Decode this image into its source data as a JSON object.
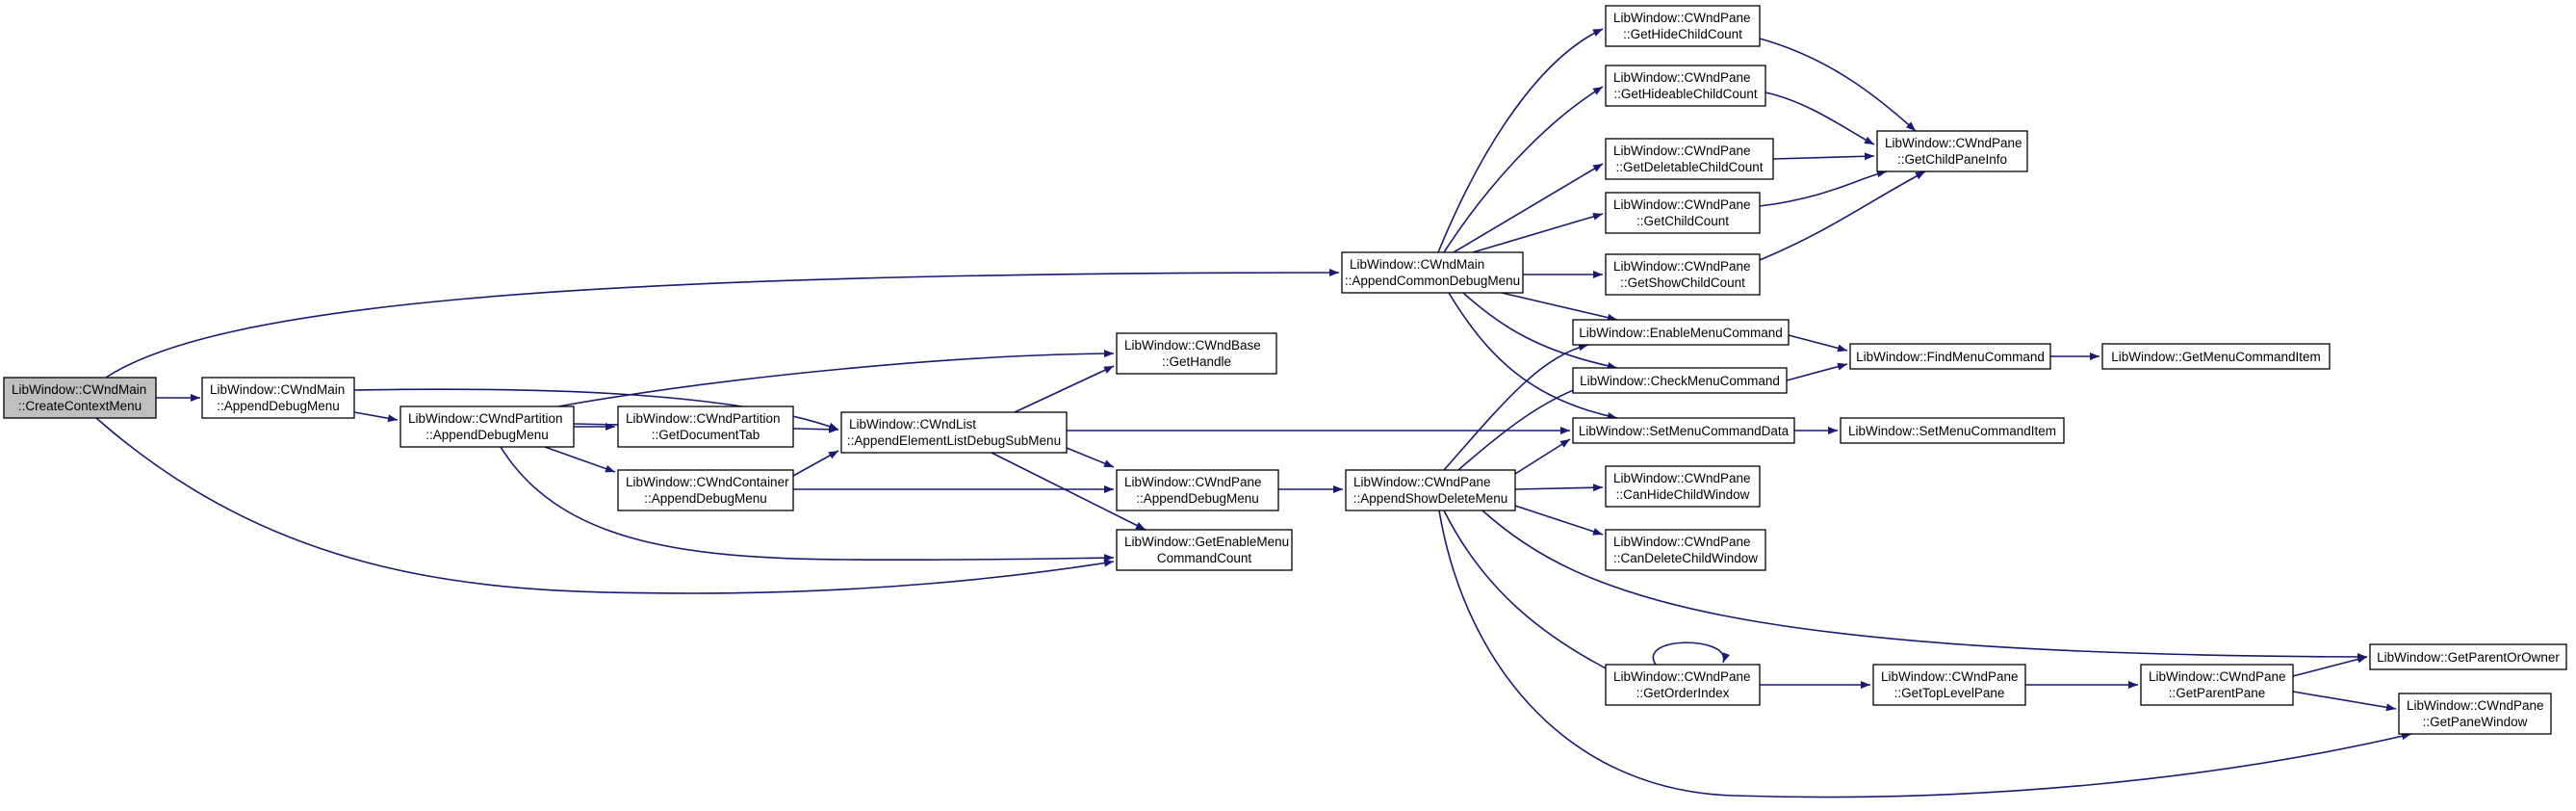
{
  "diagram": {
    "edge_color": "#191970",
    "root_fill": "#bfbfbf",
    "nodes": [
      {
        "id": "n0",
        "line1": "LibWindow::CWndMain",
        "line2": "::CreateContextMenu",
        "root": true
      },
      {
        "id": "n1",
        "line1": "LibWindow::CWndMain",
        "line2": "::AppendDebugMenu"
      },
      {
        "id": "n2",
        "line1": "LibWindow::CWndMain",
        "line2": "::AppendCommonDebugMenu"
      },
      {
        "id": "n3",
        "line1": "LibWindow::GetEnableMenu",
        "line2": "CommandCount"
      },
      {
        "id": "n4",
        "line1": "LibWindow::CWndPartition",
        "line2": "::AppendDebugMenu"
      },
      {
        "id": "n5",
        "line1": "LibWindow::CWndBase",
        "line2": "::GetHandle"
      },
      {
        "id": "n6",
        "line1": "LibWindow::CWndList",
        "line2": "::AppendElementListDebugSubMenu"
      },
      {
        "id": "n7",
        "line1": "LibWindow::CWndContainer",
        "line2": "::AppendDebugMenu"
      },
      {
        "id": "n8",
        "line1": "LibWindow::CWndPartition",
        "line2": "::GetDocumentTab"
      },
      {
        "id": "n9",
        "line1": "LibWindow::CWndPane",
        "line2": "::AppendDebugMenu"
      },
      {
        "id": "n10",
        "line1": "LibWindow::SetMenuCommandData",
        "line2": ""
      },
      {
        "id": "n11",
        "line1": "LibWindow::CWndPane",
        "line2": "::AppendShowDeleteMenu"
      },
      {
        "id": "n12",
        "line1": "LibWindow::CheckMenuCommand",
        "line2": ""
      },
      {
        "id": "n13",
        "line1": "LibWindow::EnableMenuCommand",
        "line2": ""
      },
      {
        "id": "n14",
        "line1": "LibWindow::CWndPane",
        "line2": "::GetChildCount"
      },
      {
        "id": "n15",
        "line1": "LibWindow::CWndPane",
        "line2": "::GetDeletableChildCount"
      },
      {
        "id": "n16",
        "line1": "LibWindow::CWndPane",
        "line2": "::GetHideableChildCount"
      },
      {
        "id": "n17",
        "line1": "LibWindow::CWndPane",
        "line2": "::GetHideChildCount"
      },
      {
        "id": "n18",
        "line1": "LibWindow::CWndPane",
        "line2": "::GetShowChildCount"
      },
      {
        "id": "n19",
        "line1": "LibWindow::CWndPane",
        "line2": "::GetChildPaneInfo"
      },
      {
        "id": "n20",
        "line1": "LibWindow::FindMenuCommand",
        "line2": ""
      },
      {
        "id": "n21",
        "line1": "LibWindow::GetMenuCommandItem",
        "line2": ""
      },
      {
        "id": "n22",
        "line1": "LibWindow::CWndPane",
        "line2": "::CanDeleteChildWindow"
      },
      {
        "id": "n23",
        "line1": "LibWindow::CWndPane",
        "line2": "::CanHideChildWindow"
      },
      {
        "id": "n24",
        "line1": "LibWindow::CWndPane",
        "line2": "::GetOrderIndex"
      },
      {
        "id": "n25",
        "line1": "LibWindow::CWndPane",
        "line2": "::GetPaneWindow"
      },
      {
        "id": "n26",
        "line1": "LibWindow::GetParentOrOwner",
        "line2": ""
      },
      {
        "id": "n27",
        "line1": "LibWindow::CWndPane",
        "line2": "::GetTopLevelPane"
      },
      {
        "id": "n28",
        "line1": "LibWindow::CWndPane",
        "line2": "::GetParentPane"
      },
      {
        "id": "n29",
        "line1": "LibWindow::SetMenuCommandItem",
        "line2": ""
      }
    ]
  }
}
